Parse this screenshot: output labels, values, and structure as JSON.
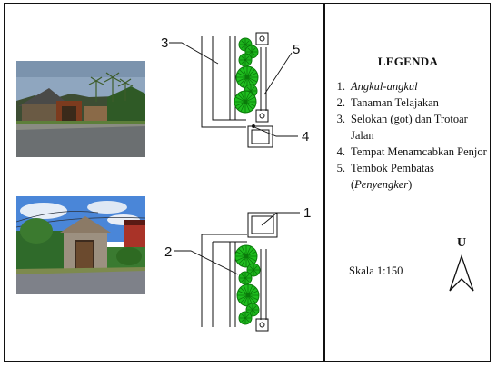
{
  "legend": {
    "title": "LEGENDA",
    "items": [
      {
        "num": "1.",
        "before": "",
        "italic": "Angkul-angkul",
        "after": ""
      },
      {
        "num": "2.",
        "before": "Tanaman Telajakan",
        "italic": "",
        "after": ""
      },
      {
        "num": "3.",
        "before": "Selokan (got) dan Trotoar Jalan",
        "italic": "",
        "after": ""
      },
      {
        "num": "4.",
        "before": "Tempat Menamcabkan Penjor",
        "italic": "",
        "after": ""
      },
      {
        "num": "5.",
        "before": "Tembok Pembatas (",
        "italic": "Penyengker",
        "after": ")"
      }
    ]
  },
  "scale": "Skala 1:150",
  "north_label": "U",
  "callouts": {
    "top": [
      "3",
      "5",
      "4"
    ],
    "bottom": [
      "1",
      "2"
    ]
  },
  "colors": {
    "plant": "#1db41d",
    "plant_dark": "#0a7a0a",
    "line": "#111111"
  }
}
